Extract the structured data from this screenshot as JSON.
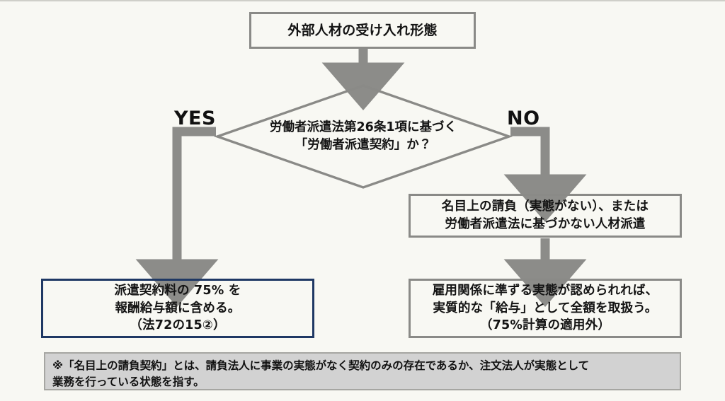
{
  "meta": {
    "title": "外部人材の受け入れ形態 判定フロー",
    "background_color": "#F8F8F3",
    "gray_border_color": "#8A8A87",
    "navy_border_color": "#1F3864",
    "arrow_color": "#8C8C89",
    "footnote_fill_color": "#D2D2D2",
    "text_color": "#141414"
  },
  "nodes": {
    "start": {
      "shape": "process",
      "lines": [
        "外部人材の受け入れ形態"
      ]
    },
    "decision": {
      "shape": "diamond",
      "lines": [
        "労働者派遣法第26条1項に基づく",
        "「労働者派遣契約」か？"
      ]
    },
    "right_middle": {
      "shape": "process",
      "lines": [
        "名目上の請負（実態がない）、または",
        "労働者派遣法に基づかない人材派遣"
      ]
    },
    "right_bottom": {
      "shape": "process",
      "lines": [
        "雇用関係に準ずる実態が認められれば、",
        "実質的な「給与」として全額を取扱う。",
        "（75%計算の適用外）"
      ]
    },
    "left_bottom": {
      "shape": "process",
      "highlight": "navy",
      "lines": [
        "派遣契約料の 75% を",
        "報酬給与額に含める。",
        "（法72の15②）"
      ]
    }
  },
  "branches": {
    "yes_label": "YES",
    "no_label": "NO"
  },
  "footnote": {
    "lines": [
      "※「名目上の請負契約」とは、請負法人に事業の実態がなく契約のみの存在であるか、注文法人が実態として",
      "業務を行っている状態を指す。"
    ]
  }
}
